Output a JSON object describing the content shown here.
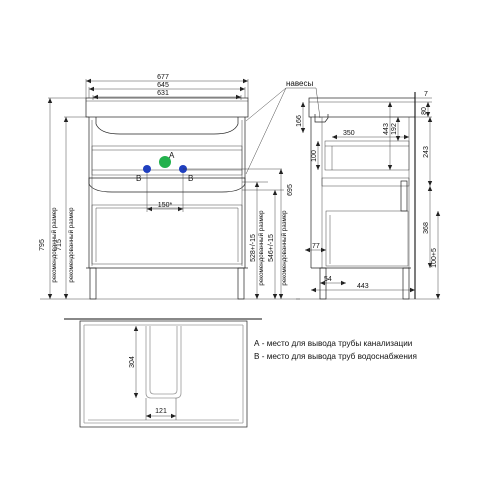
{
  "dimensions": {
    "d677": "677",
    "d645": "645",
    "d631": "631",
    "d795": "795",
    "d715": "715",
    "d695": "695",
    "d528": "528+/-15",
    "d546": "546+/-15",
    "d150": "150*",
    "d166": "166",
    "d350": "350",
    "d192": "192",
    "d443a": "443",
    "d7": "7",
    "d80": "80",
    "d243": "243",
    "d100a": "100",
    "d368": "368",
    "d77": "77",
    "d100b": "100+5",
    "d54": "54",
    "d443b": "443",
    "d304": "304",
    "d121": "121"
  },
  "labels": {
    "hinges": "навесы",
    "recommended": "рекомендованный размер",
    "point_a": "A",
    "point_b_left": "B",
    "point_b_right": "B"
  },
  "legend": {
    "line_a": "А - место для вывода трубы канализации",
    "line_b": "В - место для вывода труб водоснабжения"
  },
  "colors": {
    "point_a": "#22b14c",
    "point_b": "#1f3fbf"
  }
}
